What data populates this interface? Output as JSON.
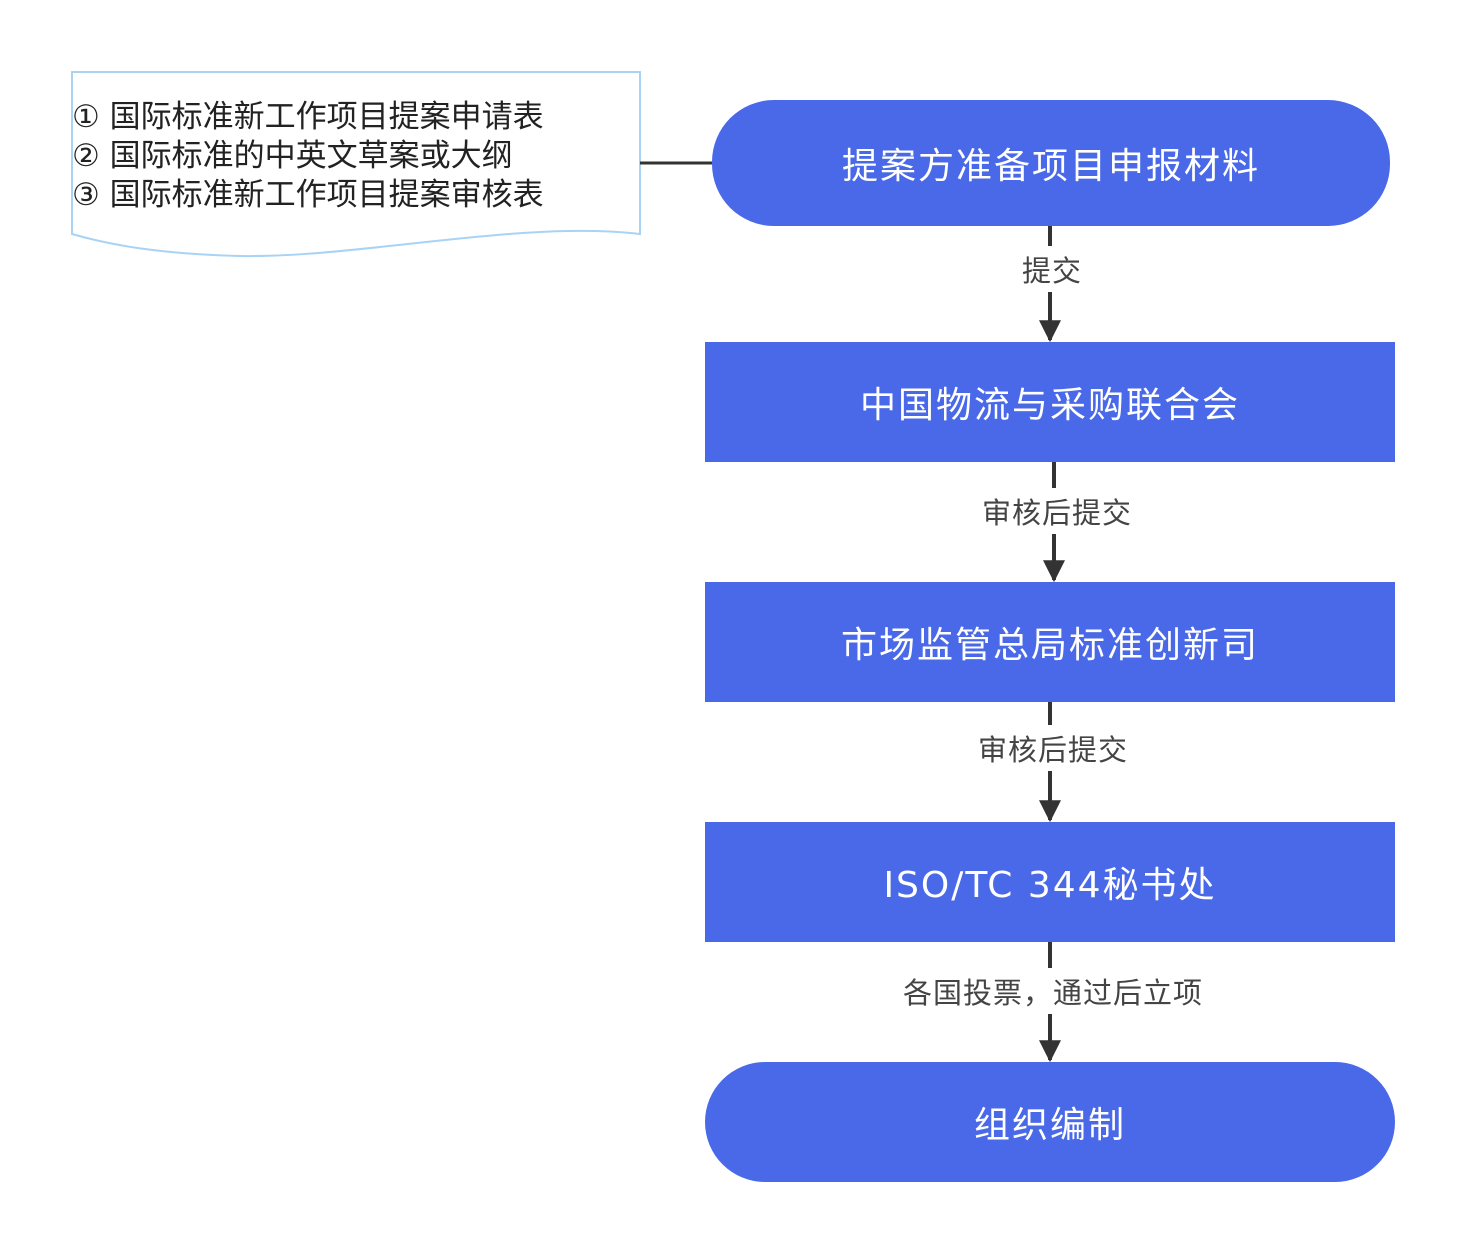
{
  "colors": {
    "node_fill": "#4a69e8",
    "node_text": "#ffffff",
    "edge": "#333333",
    "edge_label_text": "#444444",
    "note_border": "#a9d3f5",
    "note_text": "#222222"
  },
  "note": {
    "lines": [
      "① 国际标准新工作项目提案申请表",
      "② 国际标准的中英文草案或大纲",
      "③ 国际标准新工作项目提案审核表"
    ]
  },
  "nodes": [
    {
      "id": "prepare",
      "shape": "terminal",
      "label": "提案方准备项目申报材料"
    },
    {
      "id": "cflp",
      "shape": "process",
      "label": "中国物流与采购联合会"
    },
    {
      "id": "samr",
      "shape": "process",
      "label": "市场监管总局标准创新司"
    },
    {
      "id": "iso",
      "shape": "process",
      "label": "ISO/TC 344秘书处"
    },
    {
      "id": "compile",
      "shape": "terminal",
      "label": "组织编制"
    }
  ],
  "edges": [
    {
      "from": "prepare",
      "to": "cflp",
      "label": "提交"
    },
    {
      "from": "cflp",
      "to": "samr",
      "label": "审核后提交"
    },
    {
      "from": "samr",
      "to": "iso",
      "label": "审核后提交"
    },
    {
      "from": "iso",
      "to": "compile",
      "label": "各国投票，通过后立项"
    }
  ]
}
